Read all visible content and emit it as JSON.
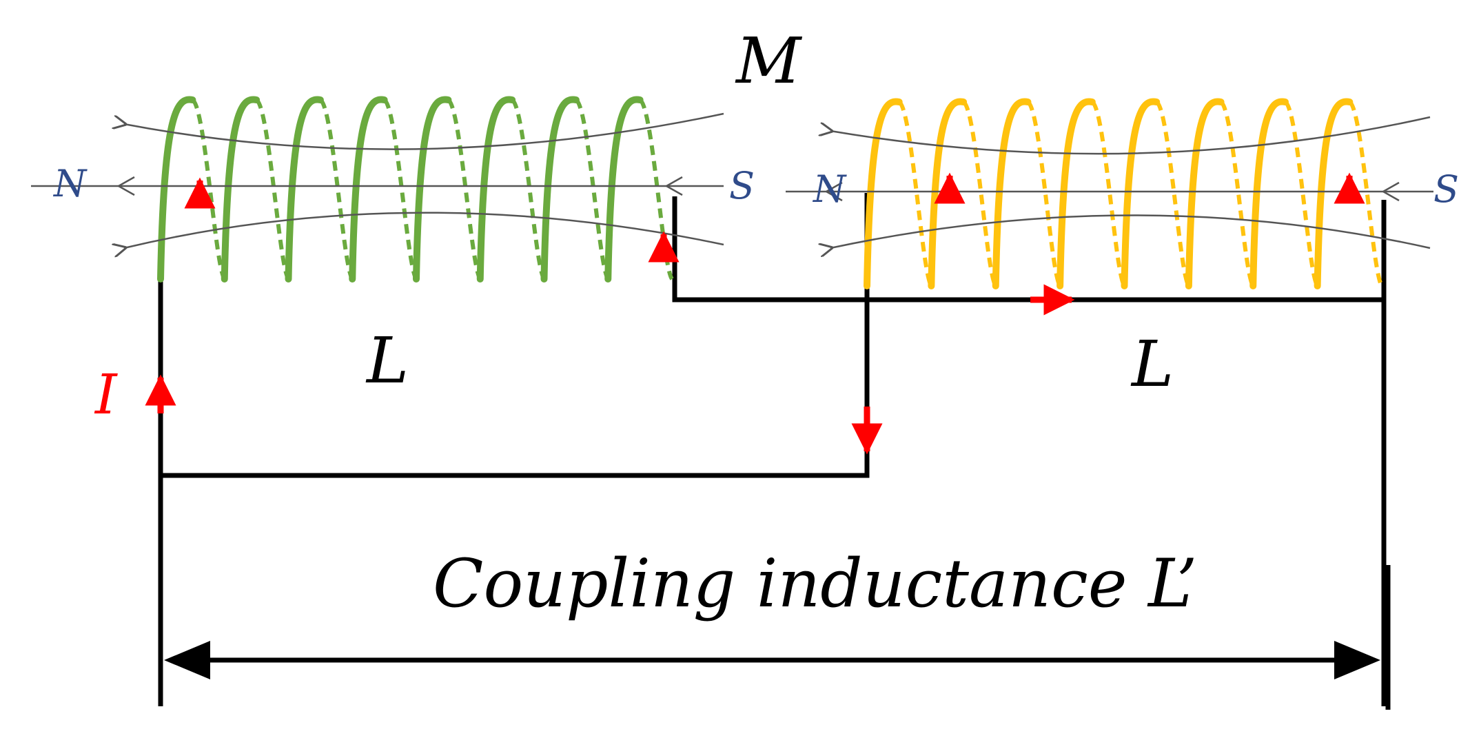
{
  "labels": {
    "mutual": "M",
    "left_inductor": "L",
    "right_inductor": "L",
    "current": "I",
    "left_north": "N",
    "left_south": "S",
    "right_north": "N",
    "right_south": "S",
    "caption": "Coupling inductance L’"
  },
  "colors": {
    "left_coil": "#6aaa3e",
    "right_coil": "#ffc20e",
    "current_arrow": "#ff0000",
    "wire": "#000000",
    "field_line": "#555555",
    "pole_label": "#2f4b8a"
  },
  "coils": {
    "left_turns": 8,
    "right_turns": 8
  }
}
